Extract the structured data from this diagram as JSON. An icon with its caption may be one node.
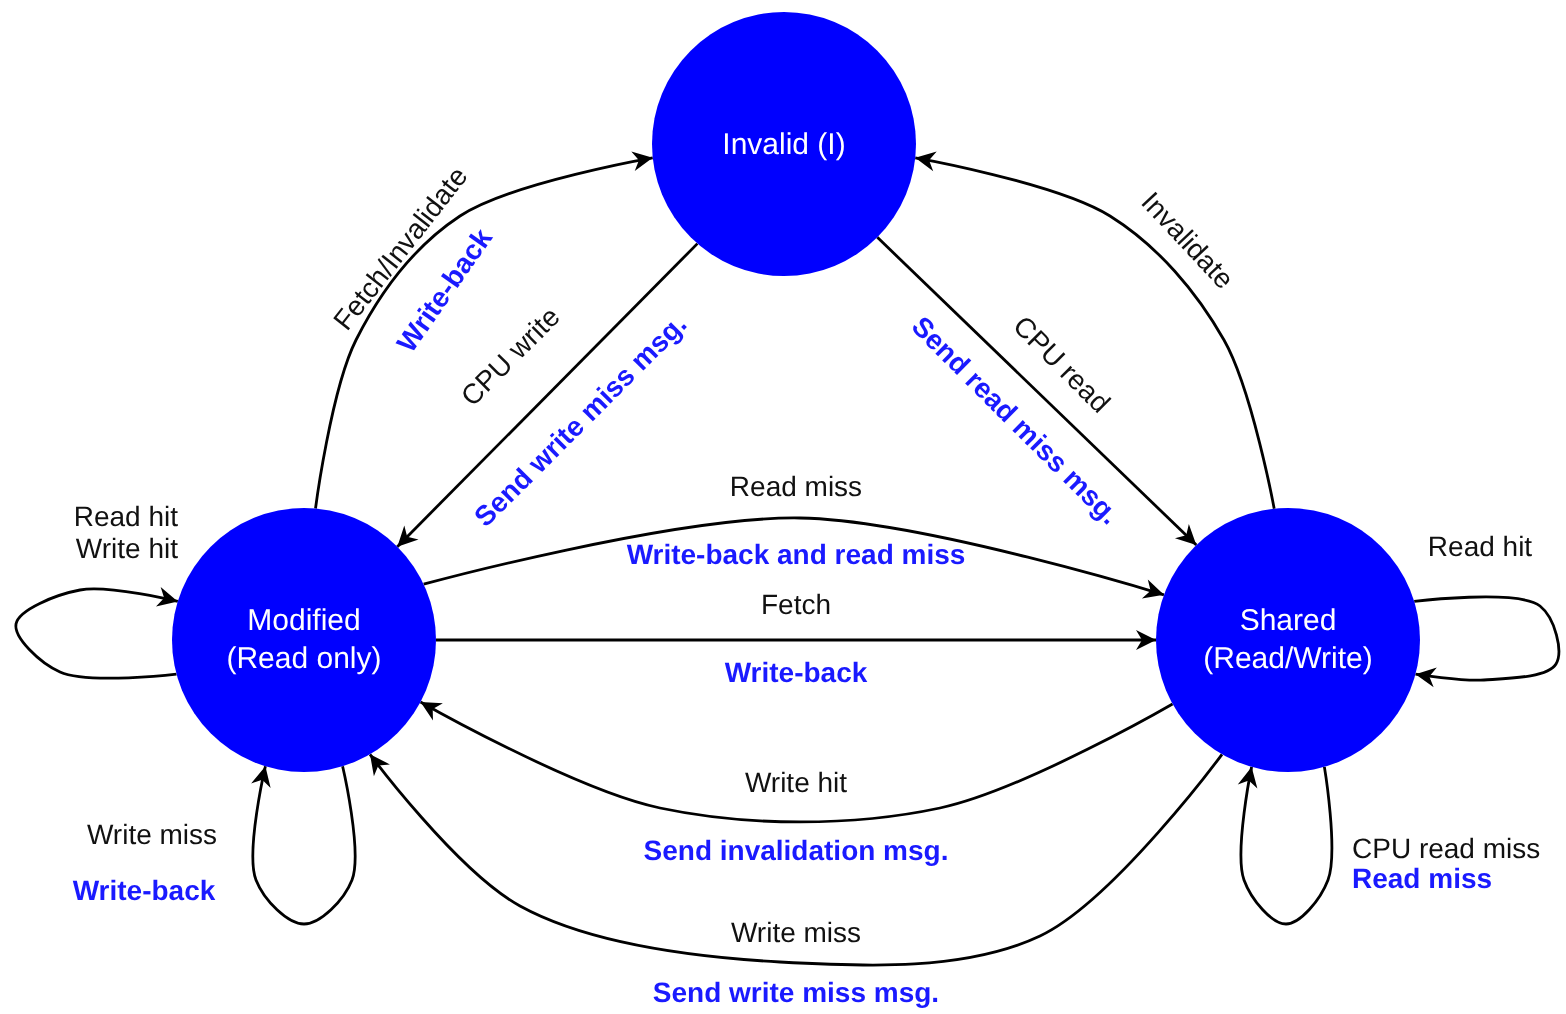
{
  "diagram": {
    "nodes": [
      {
        "text": [
          "Invalid (I)"
        ]
      },
      {
        "text": [
          "Modified (Read only)"
        ]
      },
      {
        "text": [
          "Shared (Read/Write)"
        ]
      }
    ],
    "edges": [
      {
        "from": 1,
        "to": 0,
        "arrow": "to",
        "label": "Fetch/Invalidate"
      },
      {
        "from": 0,
        "to": 1,
        "arrow": "to",
        "label": "CPU write"
      },
      {
        "from": 0,
        "to": 2,
        "arrow": "to",
        "label": "CPU read"
      },
      {
        "from": 2,
        "to": 0,
        "arrow": "to",
        "label": "Invalidate"
      },
      {
        "from": 1,
        "to": 1,
        "arrow": "to",
        "label": "Read hit Write hit"
      },
      {
        "from": 1,
        "to": 2,
        "arrow": "to",
        "label": "Read miss"
      },
      {
        "from": 1,
        "to": 2,
        "arrow": "to",
        "label": "Fetch"
      },
      {
        "from": 2,
        "to": 1,
        "arrow": "to",
        "label": "Write hit"
      },
      {
        "from": 1,
        "to": 1,
        "arrow": "to",
        "label": "Write miss"
      },
      {
        "from": 2,
        "to": 1,
        "arrow": "to",
        "label": "Write miss"
      },
      {
        "from": 2,
        "to": 2,
        "arrow": "to",
        "label": "Read hit"
      },
      {
        "from": 2,
        "to": 2,
        "arrow": "to",
        "label": "CPU read miss"
      }
    ],
    "labels": [
      "Write-back",
      "Send write miss msg.",
      "Send read miss msg.",
      "Write-back and read miss",
      "Write-back",
      "Send invalidation msg.",
      "Read miss",
      "Write-back",
      "Send write miss msg."
    ]
  }
}
